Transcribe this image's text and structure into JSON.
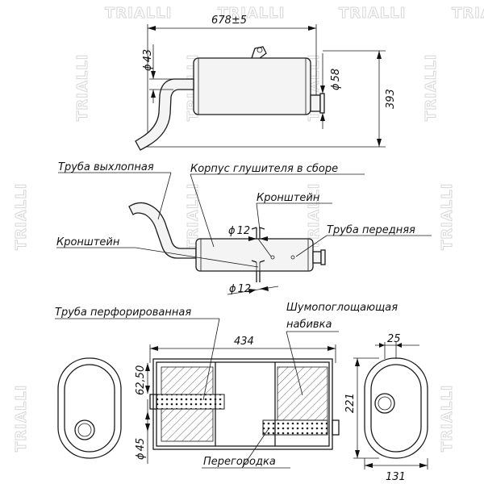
{
  "watermark": "TRIALLI",
  "dimensions": {
    "total_length": "678±5",
    "inlet_diameter": "43",
    "outlet_diameter": "58",
    "total_height": "393",
    "bracket_diameter_top": "12",
    "bracket_diameter_bottom": "12",
    "body_length": "434",
    "outlet_offset": "25",
    "section_height": "62,50",
    "perforated_diameter": "45",
    "body_height": "221",
    "body_width": "131"
  },
  "labels": {
    "exhaust_pipe": "Труба выхлопная",
    "muffler_body": "Корпус глушителя в сборе",
    "bracket_top": "Кронштейн",
    "front_pipe": "Труба передняя",
    "bracket_left": "Кронштейн",
    "perforated_pipe": "Труба перфорированная",
    "sound_absorbing_line1": "Шумопоглощающая",
    "sound_absorbing_line2": "набивка",
    "baffle": "Перегородка"
  },
  "colors": {
    "line": "#1a1a1a",
    "watermark": "#d7d7d7",
    "fill": "#f4f4f4"
  }
}
